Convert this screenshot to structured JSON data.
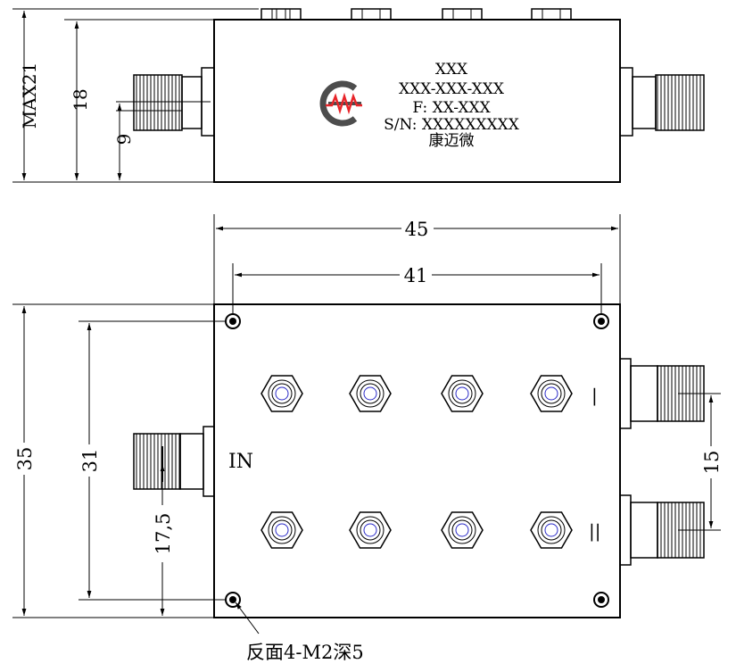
{
  "label_block": {
    "line1": "XXX",
    "line2": "XXX-XXX-XXX",
    "line3": "F: XX-XXX",
    "line4": "S/N: XXXXXXXXX",
    "line5": "康迈微"
  },
  "dimensions": {
    "max_height": "MAX21",
    "height_18": "18",
    "height_9": "9",
    "width_45": "45",
    "width_41": "41",
    "height_35": "35",
    "height_31": "31",
    "offset_17_5": "17,5",
    "spacing_15": "15"
  },
  "port_labels": {
    "input": "IN",
    "output_1": "|",
    "output_2": "||"
  },
  "note": "反面4-M2深5",
  "colors": {
    "line": "#000000",
    "logo_red": "#e8252a",
    "logo_gray": "#4d4d4d",
    "feedthrough_blue": "#2b2bc8"
  }
}
